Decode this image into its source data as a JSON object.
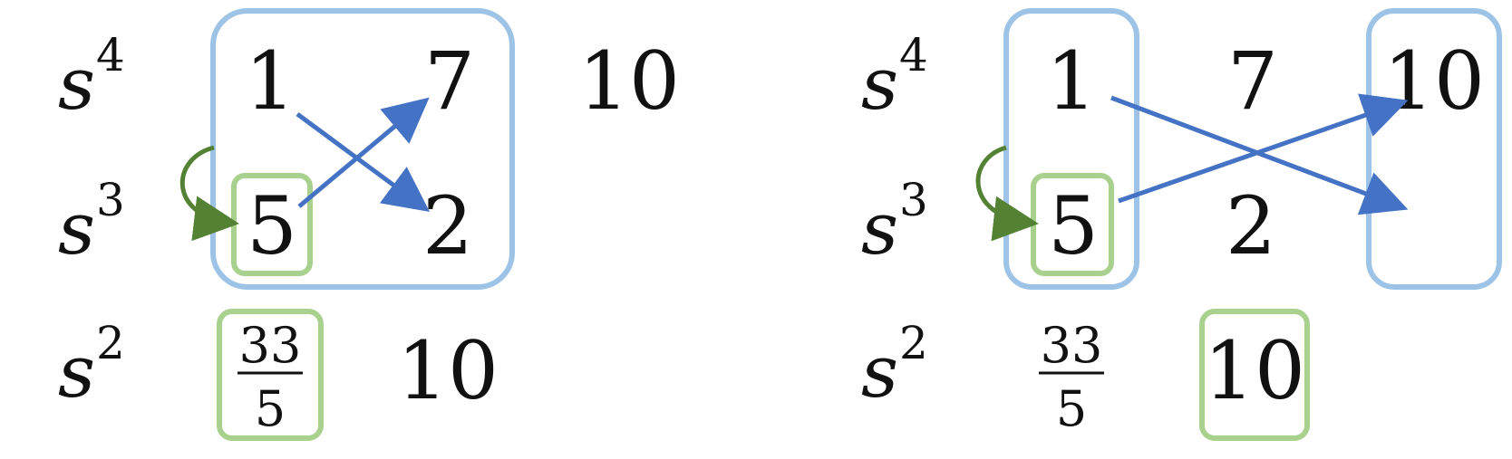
{
  "colors": {
    "text": "#111111",
    "highlight_box_blue": "#9dc3e6",
    "highlight_box_green": "#a9d18e",
    "arrow_blue": "#4472c4",
    "arrow_green": "#548235"
  },
  "left_table": {
    "row_s4": {
      "var": "s",
      "exp": "4",
      "c1": "1",
      "c2": "7",
      "c3": "10"
    },
    "row_s3": {
      "var": "s",
      "exp": "3",
      "c1": "5",
      "c2": "2"
    },
    "row_s2": {
      "var": "s",
      "exp": "2",
      "c1_num": "33",
      "c1_den": "5",
      "c2": "10"
    }
  },
  "right_table": {
    "row_s4": {
      "var": "s",
      "exp": "4",
      "c1": "1",
      "c2": "7",
      "c3": "10"
    },
    "row_s3": {
      "var": "s",
      "exp": "3",
      "c1": "5",
      "c2": "2"
    },
    "row_s2": {
      "var": "s",
      "exp": "2",
      "c1_num": "33",
      "c1_den": "5",
      "c2": "10"
    }
  }
}
